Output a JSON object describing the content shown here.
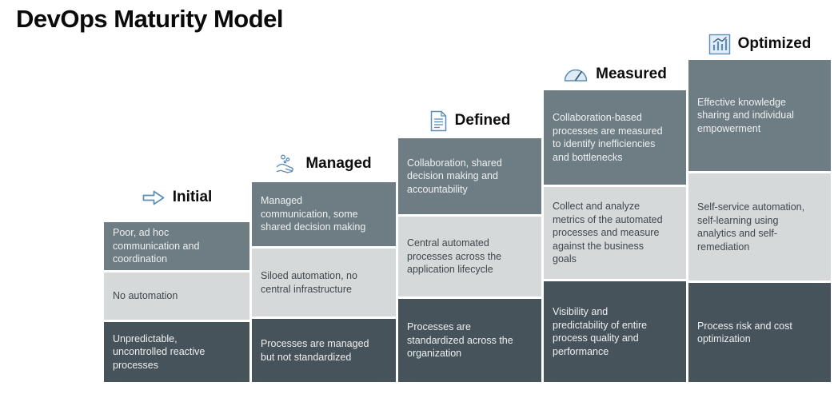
{
  "title": "DevOps Maturity Model",
  "colors": {
    "medium_box": "#6e7c83",
    "light_box": "#d5d9da",
    "dark_box": "#47535a",
    "icon_blue": "#5b8db8",
    "heading_text": "#0d0d0d"
  },
  "stages": [
    {
      "label": "Initial",
      "icon": "arrow-right-icon",
      "boxes": [
        {
          "tone": "medium",
          "text": "Poor, ad hoc communication and coordination"
        },
        {
          "tone": "light",
          "text": "No automation"
        },
        {
          "tone": "dark",
          "text": "Unpredictable, uncontrolled reactive processes"
        }
      ]
    },
    {
      "label": "Managed",
      "icon": "hand-bubbles-icon",
      "boxes": [
        {
          "tone": "medium",
          "text": "Managed communication, some shared decision making"
        },
        {
          "tone": "light",
          "text": "Siloed automation, no central infrastructure"
        },
        {
          "tone": "dark",
          "text": "Processes are managed but not standardized"
        }
      ]
    },
    {
      "label": "Defined",
      "icon": "document-icon",
      "boxes": [
        {
          "tone": "medium",
          "text": "Collaboration, shared decision making and accountability"
        },
        {
          "tone": "light",
          "text": "Central automated processes across the application lifecycle"
        },
        {
          "tone": "dark",
          "text": "Processes are standardized across the organization"
        }
      ]
    },
    {
      "label": "Measured",
      "icon": "gauge-icon",
      "boxes": [
        {
          "tone": "medium",
          "text": "Collaboration-based processes are measured to identify inefficiencies and bottlenecks"
        },
        {
          "tone": "light",
          "text": "Collect and analyze metrics of the automated processes and measure against the business goals"
        },
        {
          "tone": "dark",
          "text": "Visibility and predictability of entire process quality and performance"
        }
      ]
    },
    {
      "label": "Optimized",
      "icon": "chart-growth-icon",
      "boxes": [
        {
          "tone": "medium",
          "text": "Effective knowledge sharing and individual empowerment"
        },
        {
          "tone": "light",
          "text": "Self-service automation, self-learning using analytics and self-remediation"
        },
        {
          "tone": "dark",
          "text": "Process risk and cost optimization"
        }
      ]
    }
  ]
}
